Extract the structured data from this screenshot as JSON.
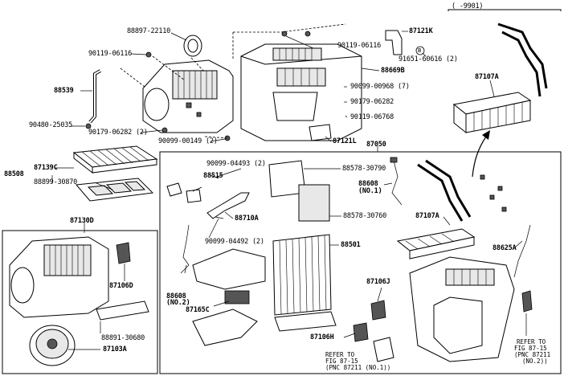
{
  "labels": {
    "p88897": "88897-22110",
    "p90119a": "90119-06116",
    "p88539": "88539",
    "p90480": "90480-25035",
    "p90179a": "90179-06282 (2)",
    "p90099a": "90099-00149 (2)",
    "p90119b": "90119-06116",
    "p87121k": "87121K",
    "p88669b": "88669B",
    "p91651": "91651-60616 (2)",
    "p90099b": "90099-00968 (7)",
    "p90179b": "90179-06282",
    "p90119c": "90119-06768",
    "p87121l": "87121L",
    "p87050": "87050",
    "p88508": "88508",
    "p87139c": "87139C",
    "p88899": "88899-30870",
    "p87130d": "87130D",
    "p87106d": "87106D",
    "p88891": "88891-30680",
    "p87103a": "87103A",
    "p90099c": "90099-04493 (2)",
    "p88515": "88515",
    "p88710a": "88710A",
    "p90099d": "90099-04492 (2)",
    "p88608a": "88608",
    "p88608a2": "(NO.2)",
    "p87165c": "87165C",
    "p88578a": "88578-30790",
    "p88578b": "88578-30760",
    "p88501": "88501",
    "p88608b": "88608",
    "p88608b2": "(NO.1)",
    "p87107a_box": "87107A",
    "p87107a_top": "87107A",
    "p9901": "( -9901)",
    "p88625a": "88625A",
    "p87106j": "87106J",
    "p87106h": "87106H",
    "ref1a": "REFER TO",
    "ref1b": "FIG 87-15",
    "ref1c": "(PNC 87211 (NO.1))",
    "ref2a": "REFER TO",
    "ref2b": "FIG 87-15",
    "ref2c": "(PNC 87211",
    "ref2d": "(NO.2))",
    "circleB": "B"
  }
}
